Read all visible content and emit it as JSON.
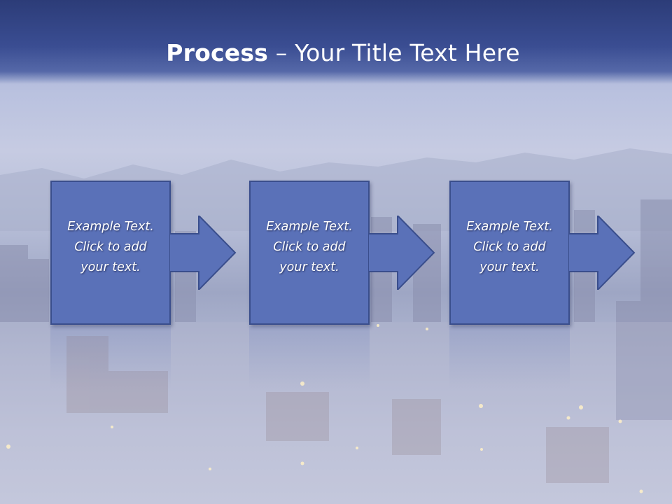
{
  "title": {
    "bold": "Process",
    "rest": " – Your Title Text Here"
  },
  "steps": [
    {
      "line1": "Example Text.",
      "line2": "Click  to add",
      "line3": "your text."
    },
    {
      "line1": "Example Text.",
      "line2": "Click  to add",
      "line3": "your text."
    },
    {
      "line1": "Example Text.",
      "line2": "Click  to add",
      "line3": "your text."
    }
  ],
  "colors": {
    "title_bar": "#2c3c78",
    "box_fill": "#5a71b8",
    "box_border": "#3a4e8c",
    "text": "#ffffff"
  },
  "background": "city-night-skyline-image"
}
